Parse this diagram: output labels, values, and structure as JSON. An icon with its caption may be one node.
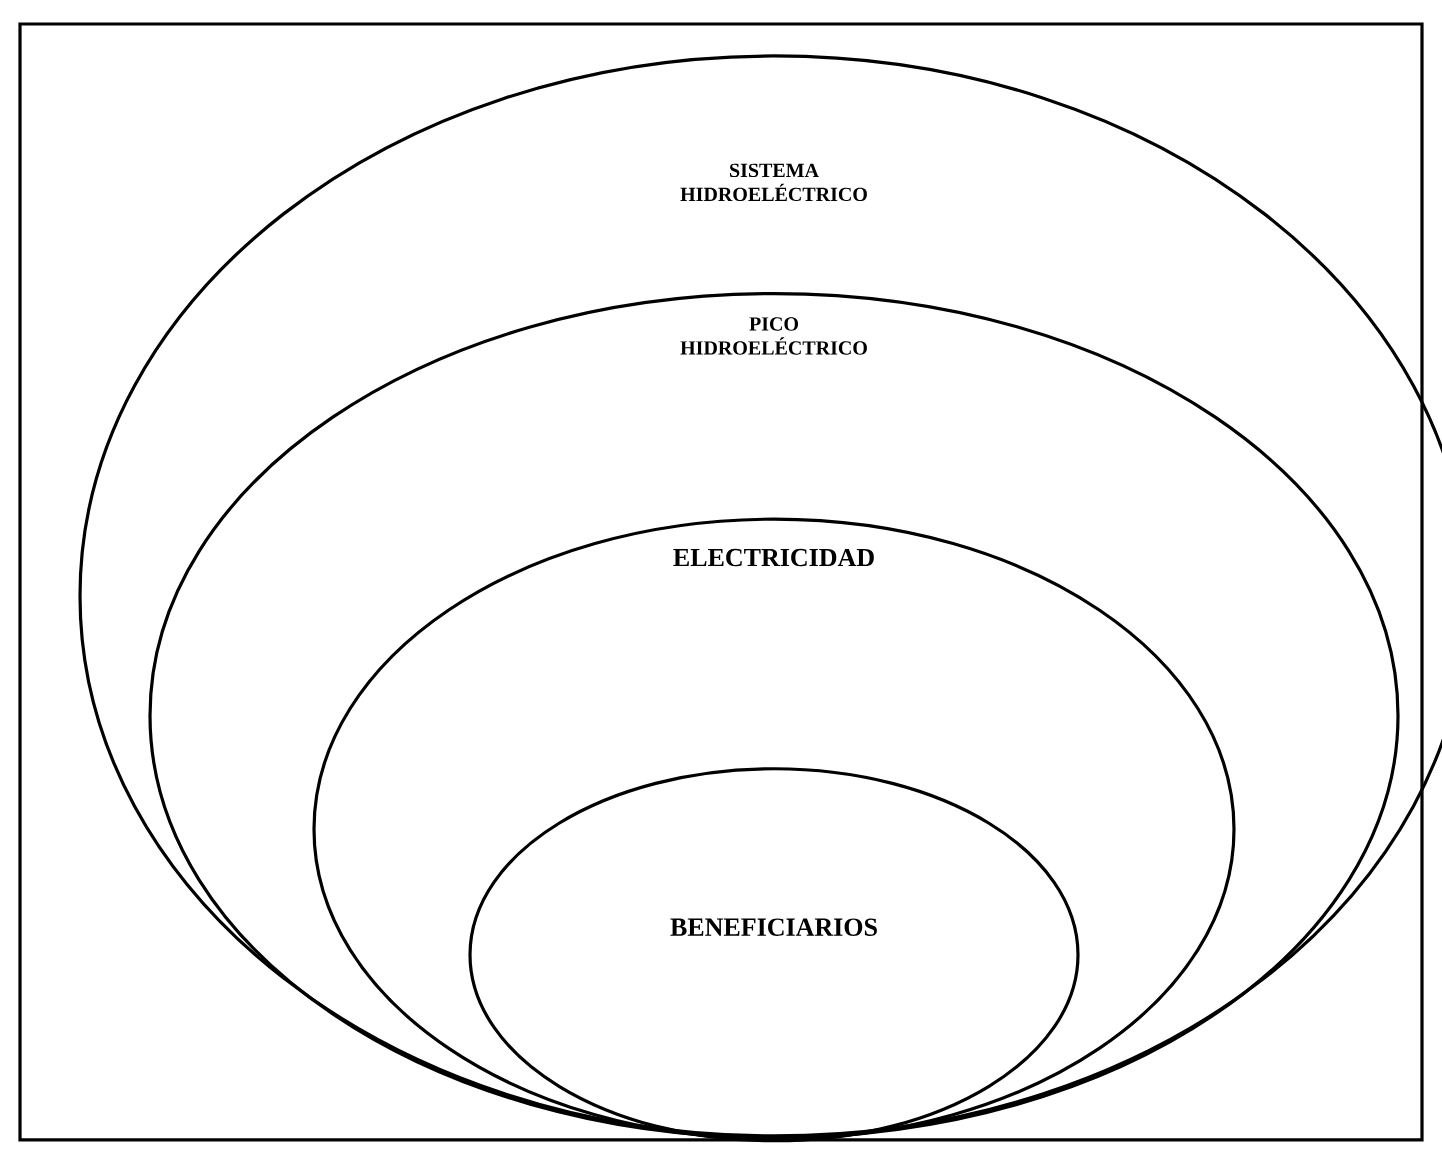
{
  "diagram": {
    "nodes": [
      {
        "text": [
          "SISTEMA HIDROELÉCTRICO"
        ]
      },
      {
        "text": [
          "PICO HIDROELÉCTRICO"
        ],
        "in": 0
      },
      {
        "text": [
          "ELECTRICIDAD"
        ],
        "in": 1
      },
      {
        "text": [
          "BENEFICIARIOS"
        ],
        "in": 2
      }
    ]
  }
}
